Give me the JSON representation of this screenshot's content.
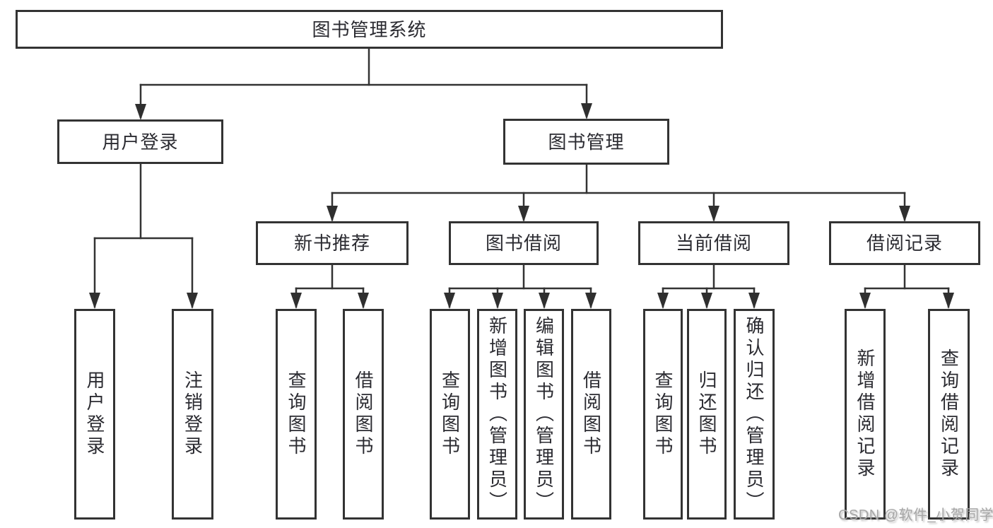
{
  "diagram": {
    "type": "hierarchy-tree",
    "tree": {
      "label": "图书管理系统",
      "children": [
        {
          "label": "用户登录",
          "children": [
            {
              "label": "用户登录"
            },
            {
              "label": "注销登录"
            }
          ]
        },
        {
          "label": "图书管理",
          "children": [
            {
              "label": "新书推荐",
              "children": [
                {
                  "label": "查询图书"
                },
                {
                  "label": "借阅图书"
                }
              ]
            },
            {
              "label": "图书借阅",
              "children": [
                {
                  "label": "查询图书"
                },
                {
                  "label": "新增图书（管理员）"
                },
                {
                  "label": "编辑图书（管理员）"
                },
                {
                  "label": "借阅图书"
                }
              ]
            },
            {
              "label": "当前借阅",
              "children": [
                {
                  "label": "查询图书"
                },
                {
                  "label": "归还图书"
                },
                {
                  "label": "确认归还（管理员）"
                }
              ]
            },
            {
              "label": "借阅记录",
              "children": [
                {
                  "label": "新增借阅记录"
                },
                {
                  "label": "查询借阅记录"
                }
              ]
            }
          ]
        }
      ]
    }
  },
  "watermark": {
    "text": "CSDN @软件_小贺同学"
  },
  "colors": {
    "line": "#333333",
    "box_border": "#333333",
    "box_fill": "#ffffff",
    "text": "#2b2b31",
    "watermark_text": "#a6a6a6",
    "background": "#ffffff"
  }
}
